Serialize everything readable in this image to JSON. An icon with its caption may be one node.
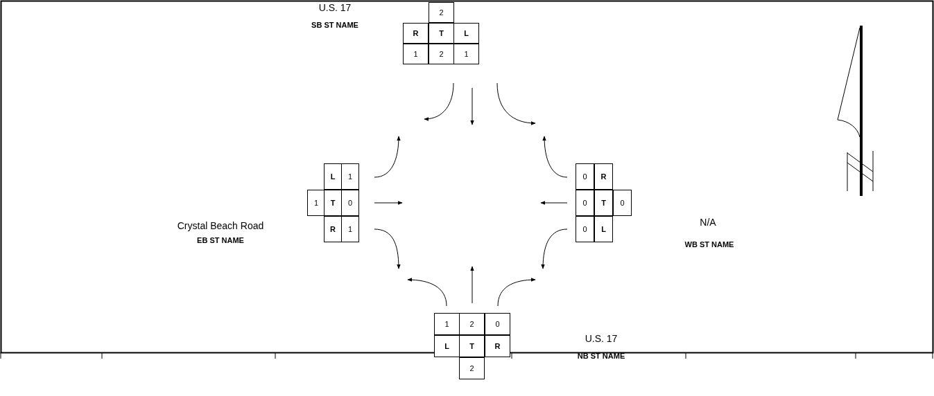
{
  "diagram": {
    "labels": [
      "U.S. 17",
      "SB ST NAME",
      "2",
      "R",
      "T",
      "L",
      "1",
      "2",
      "1",
      "L",
      "1",
      "1",
      "T",
      "0",
      "R",
      "1",
      "0",
      "R",
      "0",
      "T",
      "0",
      "0",
      "L",
      "Crystal Beach Road",
      "EB ST NAME",
      "N/A",
      "WB ST NAME",
      "1",
      "2",
      "0",
      "L",
      "T",
      "R",
      "2",
      "U.S. 17",
      "NB ST NAME"
    ]
  }
}
